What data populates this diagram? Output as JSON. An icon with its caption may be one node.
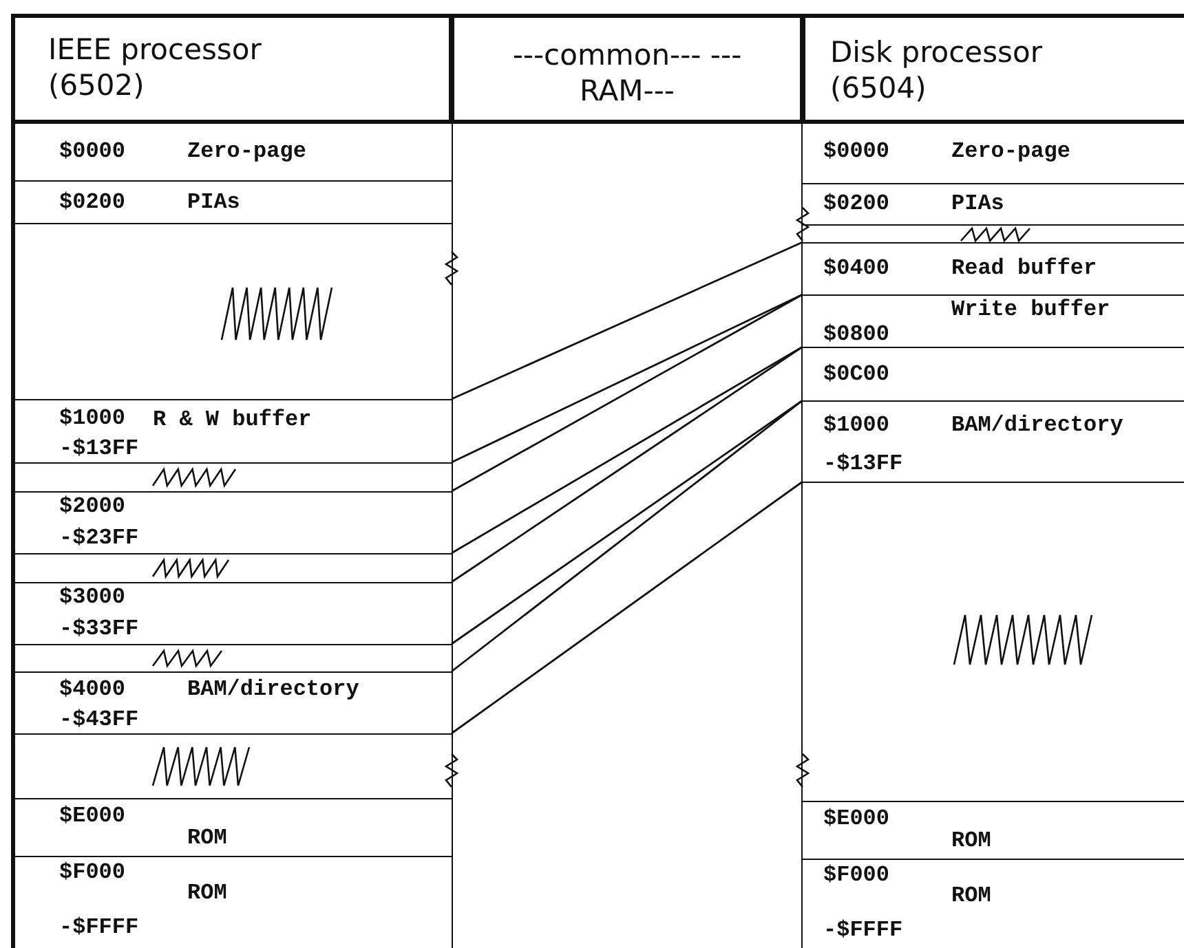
{
  "diagram": {
    "nodes": [
      {
        "text": [
          "IEEE processor (6502)"
        ]
      },
      {
        "text": [
          "---common--- ---RAM---"
        ]
      },
      {
        "text": [
          "Disk processor (6504)"
        ]
      },
      {
        "text": [
          "$0000",
          "Zero-page"
        ]
      },
      {
        "text": [
          "$0200",
          "PIAs"
        ]
      },
      {
        "text": [],
        "shape": "box"
      },
      {
        "text": [
          "$1000",
          "R & W buffer",
          "-$13FF"
        ]
      },
      {
        "text": [],
        "shape": "box"
      },
      {
        "text": [
          "$2000",
          "-$23FF"
        ]
      },
      {
        "text": [],
        "shape": "box"
      },
      {
        "text": [
          "$3000",
          "-$33FF"
        ]
      },
      {
        "text": [],
        "shape": "box"
      },
      {
        "text": [
          "$4000",
          "BAM/directory",
          "-$43FF"
        ]
      },
      {
        "text": [],
        "shape": "box"
      },
      {
        "text": [
          "$E000",
          "ROM"
        ]
      },
      {
        "text": [
          "$F000",
          "ROM",
          "-$FFFF"
        ]
      },
      {
        "text": [
          "$0000",
          "Zero-page"
        ]
      },
      {
        "text": [
          "$0200",
          "PIAs"
        ]
      },
      {
        "text": [],
        "shape": "box"
      },
      {
        "text": [
          "$0400",
          "Read buffer"
        ]
      },
      {
        "text": [
          "$0800",
          "Write buffer"
        ]
      },
      {
        "text": [
          "$0C00"
        ]
      },
      {
        "text": [
          "$1000",
          "BAM/directory",
          "-$13FF"
        ]
      },
      {
        "text": [],
        "shape": "box"
      },
      {
        "text": [
          "$E000",
          "ROM"
        ]
      },
      {
        "text": [
          "$F000",
          "ROM",
          "-$FFFF"
        ]
      }
    ],
    "edges": [
      {
        "from": 6,
        "to": 19,
        "arrow": "none"
      },
      {
        "from": 6,
        "to": 19,
        "arrow": "none"
      },
      {
        "from": 8,
        "to": 20,
        "arrow": "none"
      },
      {
        "from": 8,
        "to": 20,
        "arrow": "none"
      },
      {
        "from": 10,
        "to": 21,
        "arrow": "none"
      },
      {
        "from": 10,
        "to": 21,
        "arrow": "none"
      },
      {
        "from": 12,
        "to": 22,
        "arrow": "none"
      },
      {
        "from": 12,
        "to": 22,
        "arrow": "none"
      }
    ]
  }
}
